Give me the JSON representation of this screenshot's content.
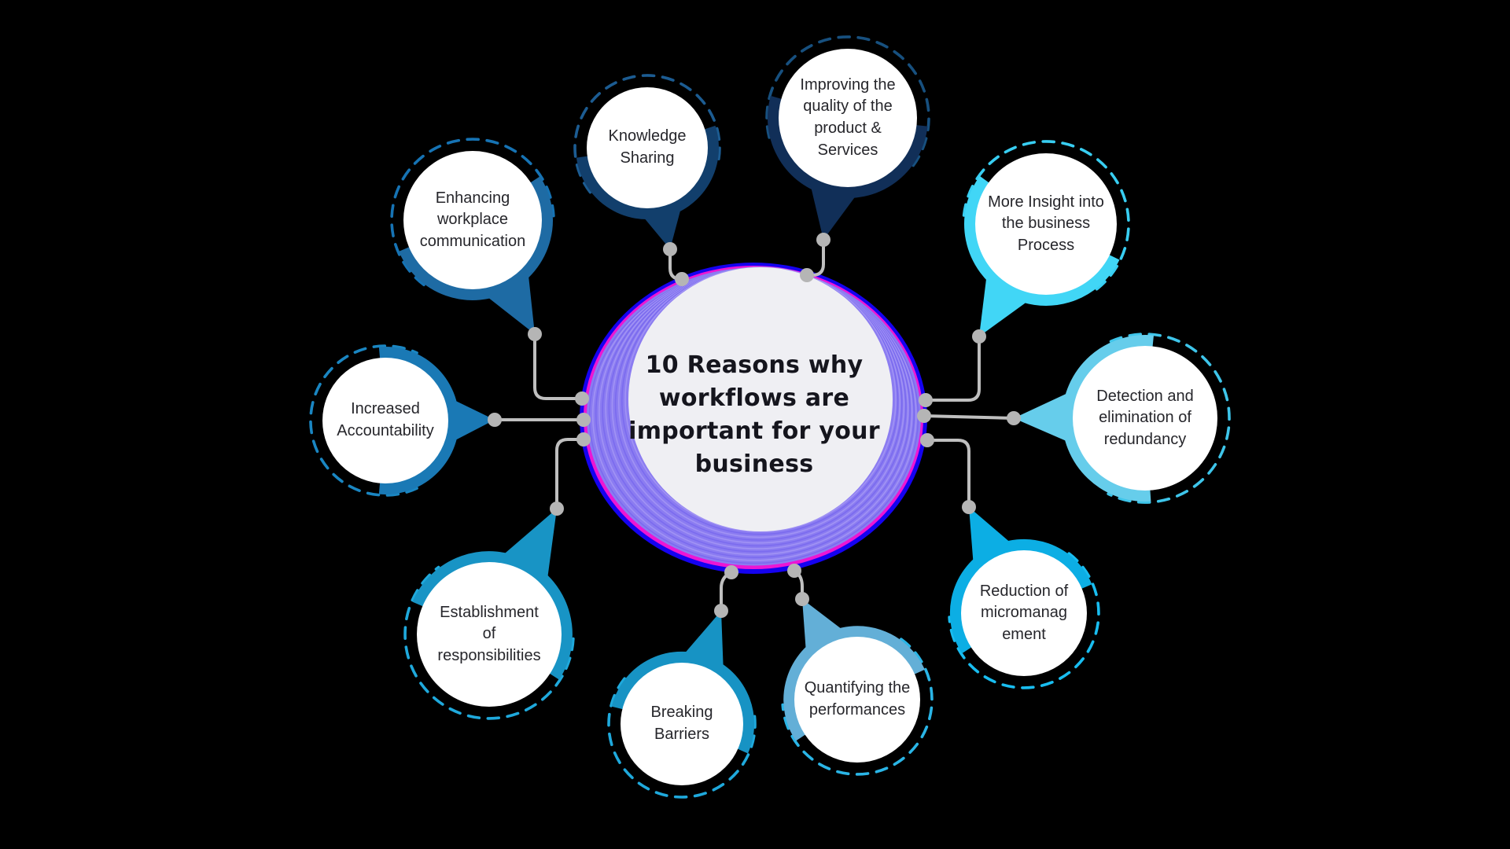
{
  "page": {
    "background": "#000000"
  },
  "center": {
    "title": "10 Reasons why\nworkflows are\nimportant for your\nbusiness",
    "colors": {
      "outer_ring": "#1502f0",
      "magenta_ring": "#ec16d4",
      "band": "#8b7cf1",
      "band_line_dark": "#7b6bef",
      "band_line_light": "#a193f4",
      "inner_fill": "#efeff3",
      "text": "#15151d"
    }
  },
  "connectors": {
    "line_color": "#bfbfbf",
    "dot_color": "#b5b5b5"
  },
  "satellites": [
    {
      "id": "knowledge-sharing",
      "label": "Knowledge\nSharing",
      "arc_color": "#123f6c",
      "dash_color": "#1c5c92"
    },
    {
      "id": "improving-quality",
      "label": "Improving the\nquality of the\nproduct &\nServices",
      "arc_color": "#112f58",
      "dash_color": "#17507f"
    },
    {
      "id": "more-insight",
      "label": "More Insight into\nthe business\nProcess",
      "arc_color": "#41d6f6",
      "dash_color": "#38cef2"
    },
    {
      "id": "detection-redundancy",
      "label": "Detection and\nelimination of\nredundancy",
      "arc_color": "#66cdeb",
      "dash_color": "#3ec5ea"
    },
    {
      "id": "reduction-micromanagement",
      "label": "Reduction of\nmicromanag\nement",
      "arc_color": "#0caee4",
      "dash_color": "#19bdf0"
    },
    {
      "id": "quantifying-performances",
      "label": "Quantifying the\nperformances",
      "arc_color": "#63afd7",
      "dash_color": "#2ab5e6"
    },
    {
      "id": "breaking-barriers",
      "label": "Breaking\nBarriers",
      "arc_color": "#1793c4",
      "dash_color": "#1fa9dc"
    },
    {
      "id": "establishment-responsibilities",
      "label": "Establishment\nof\nresponsibilities",
      "arc_color": "#1894c5",
      "dash_color": "#1fa9dc"
    },
    {
      "id": "increased-accountability",
      "label": "Increased\nAccountability",
      "arc_color": "#1a79b5",
      "dash_color": "#1a86c2"
    },
    {
      "id": "enhancing-workplace",
      "label": "Enhancing\nworkplace\ncommunication",
      "arc_color": "#1e6ba4",
      "dash_color": "#1673b4"
    }
  ]
}
